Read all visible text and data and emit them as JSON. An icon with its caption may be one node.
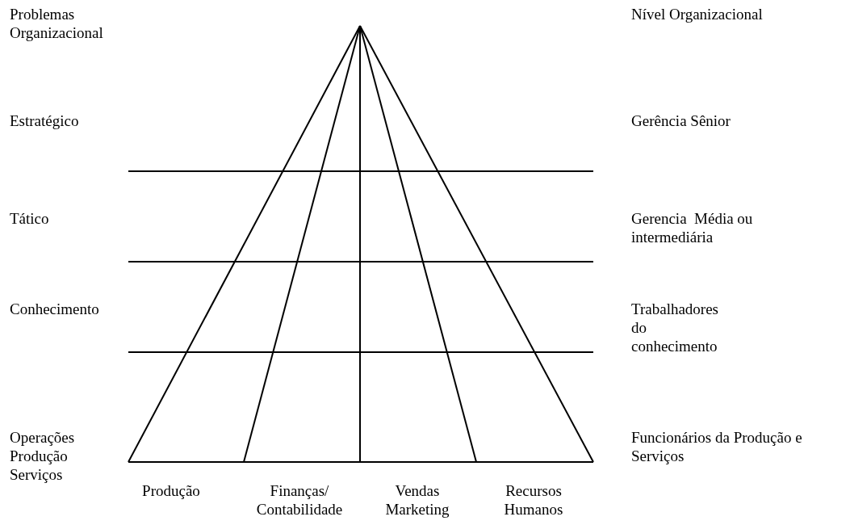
{
  "diagram": {
    "labels": [
      "Problemas Organizacional",
      "Nível Organizacional",
      "Estratégico",
      "Gerência Sênior",
      "Tático",
      "Gerencia  Média ou intermediária",
      "Conhecimento",
      "Trabalhadores do conhecimento",
      "Operações Produção Serviços",
      "Funcionários da Produção e Serviços",
      "Produção",
      "Finanças/ Contabilidade",
      "Vendas Marketing",
      "Recursos Humanos"
    ]
  }
}
